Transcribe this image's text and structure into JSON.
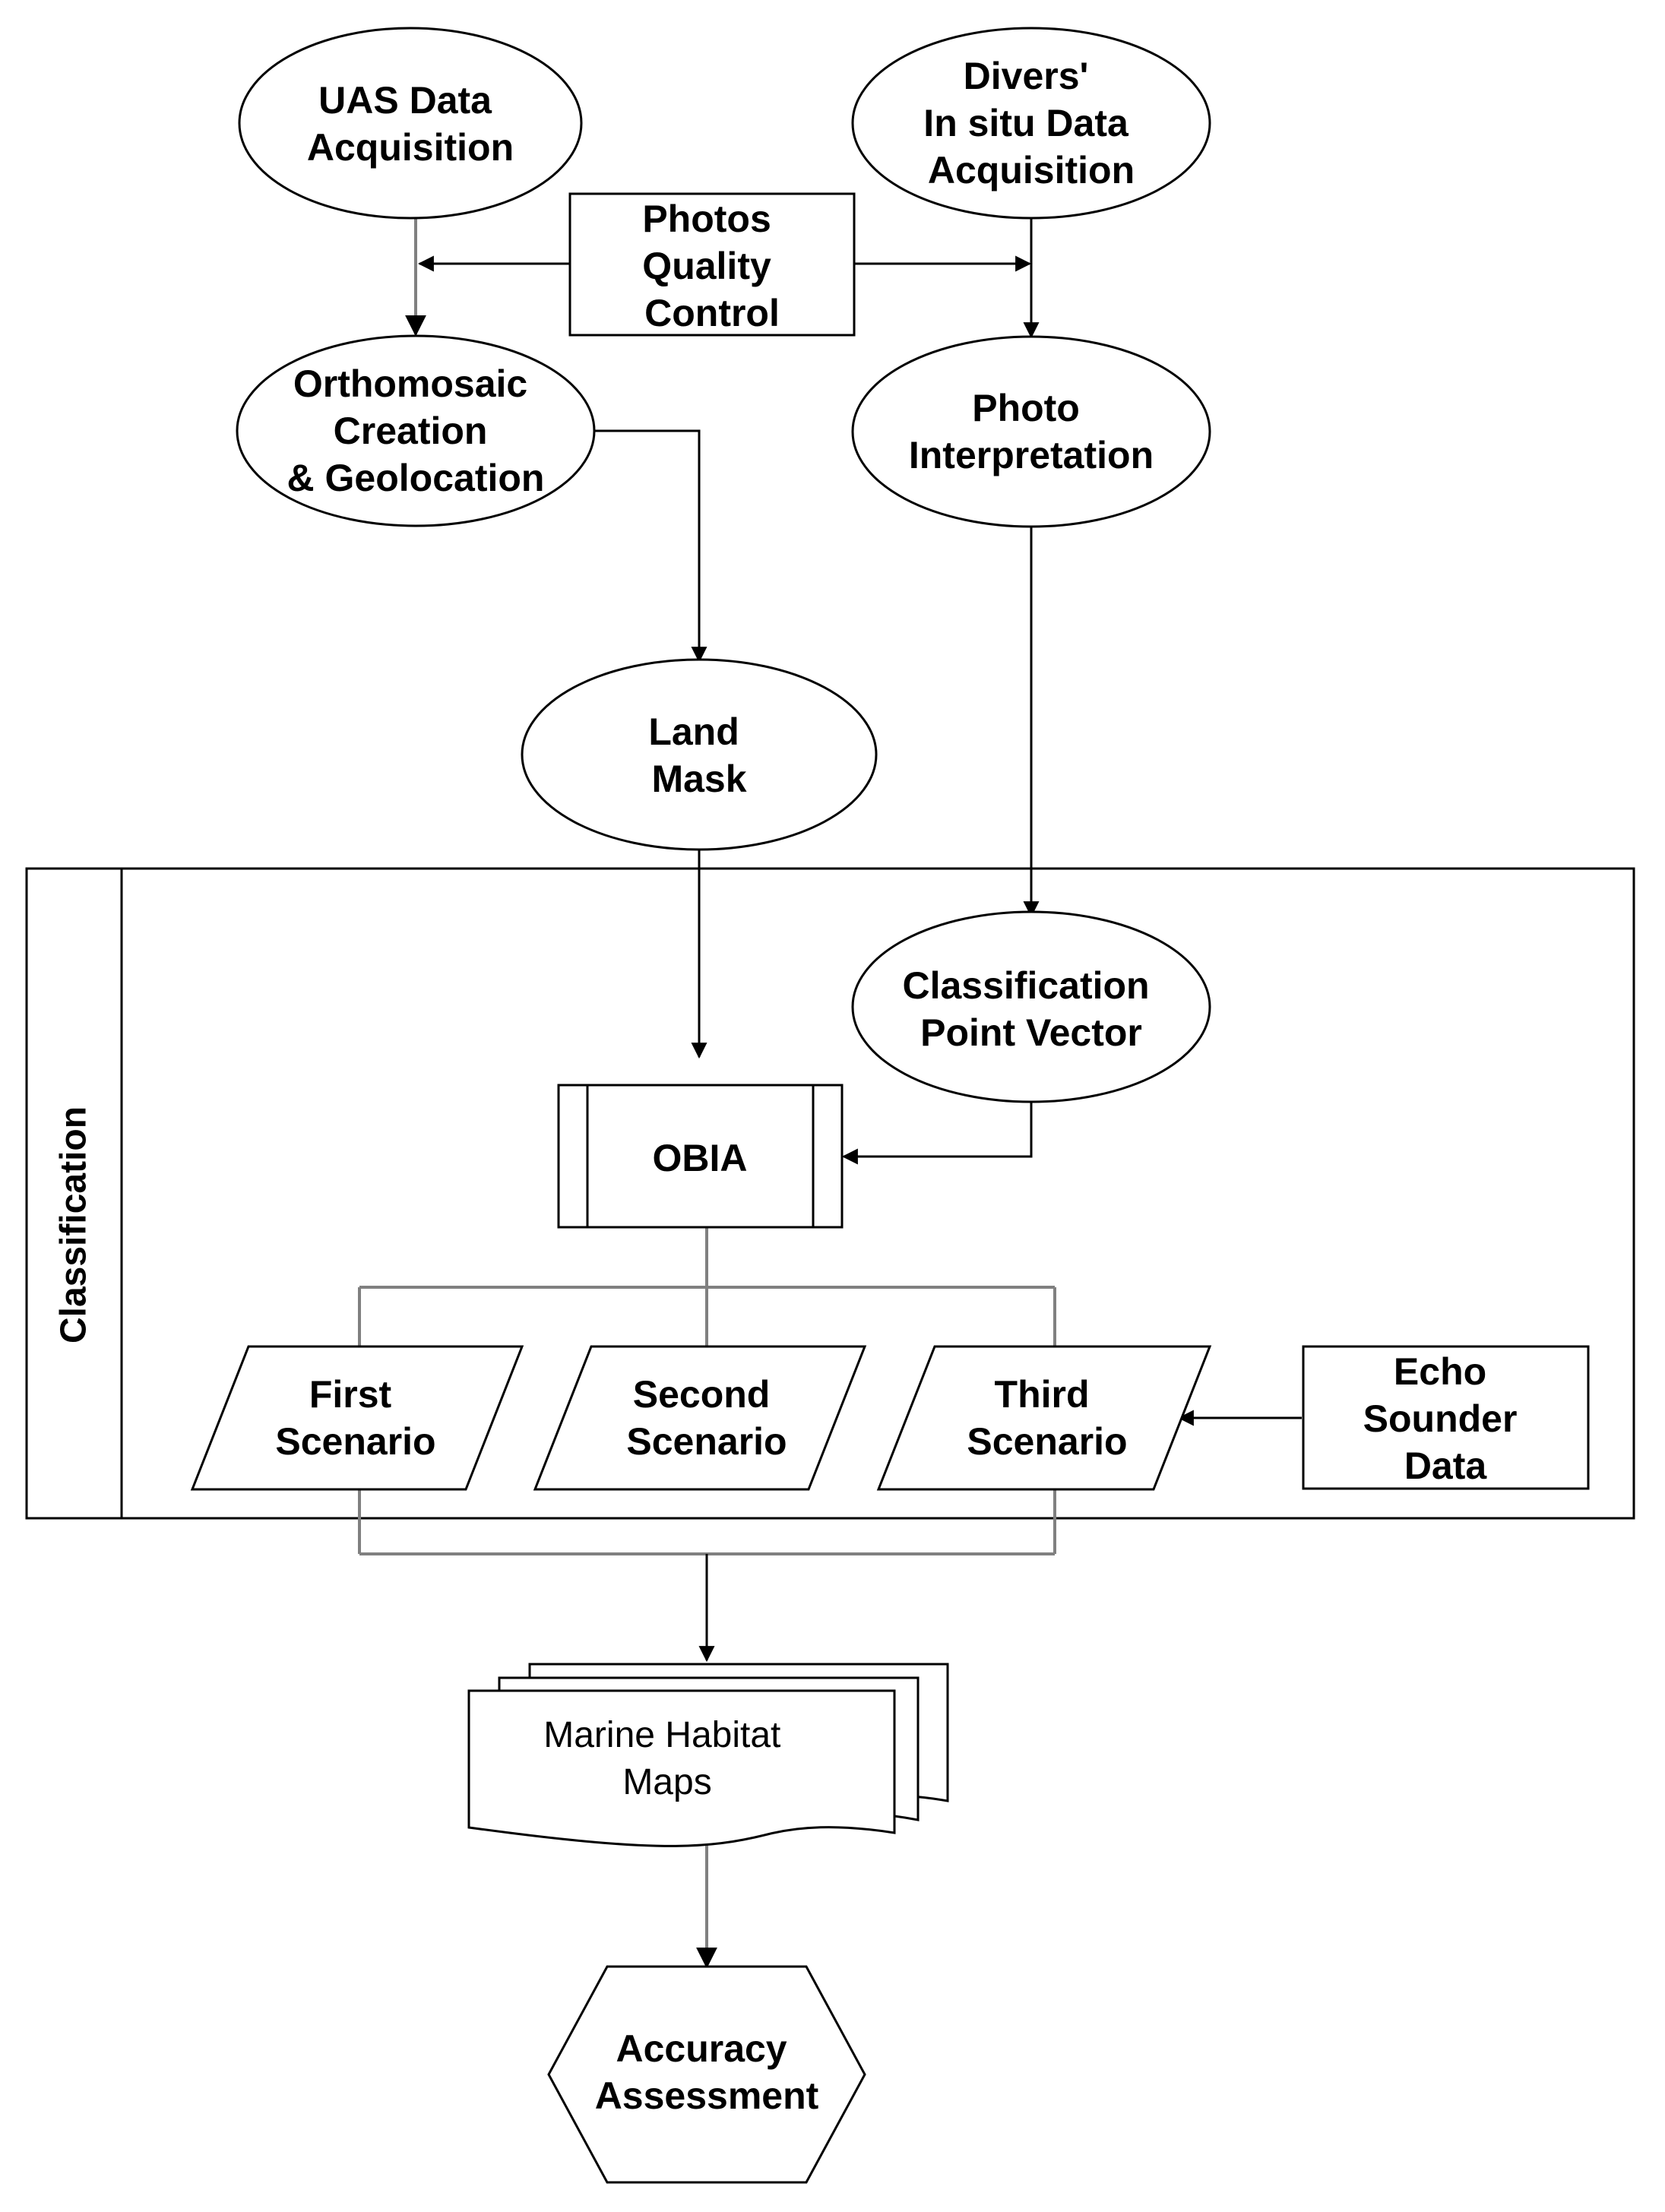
{
  "nodes": {
    "uas": [
      "UAS Data",
      "Acquisition"
    ],
    "divers": [
      "Divers'",
      "In situ Data",
      "Acquisition"
    ],
    "photos_qc": [
      "Photos",
      "Quality",
      "Control"
    ],
    "orthomosaic": [
      "Orthomosaic",
      "Creation",
      "& Geolocation"
    ],
    "photo_interp": [
      "Photo",
      "Interpretation"
    ],
    "land_mask": [
      "Land",
      "Mask"
    ],
    "class_point": [
      "Classification",
      "Point Vector"
    ],
    "obia": [
      "OBIA"
    ],
    "first": [
      "First",
      "Scenario"
    ],
    "second": [
      "Second",
      "Scenario"
    ],
    "third": [
      "Third",
      "Scenario"
    ],
    "echo": [
      "Echo",
      "Sounder",
      "Data"
    ],
    "habitat": [
      "Marine Habitat",
      "Maps"
    ],
    "accuracy": [
      "Accuracy",
      "Assessment"
    ]
  },
  "container": {
    "label": "Classification"
  }
}
